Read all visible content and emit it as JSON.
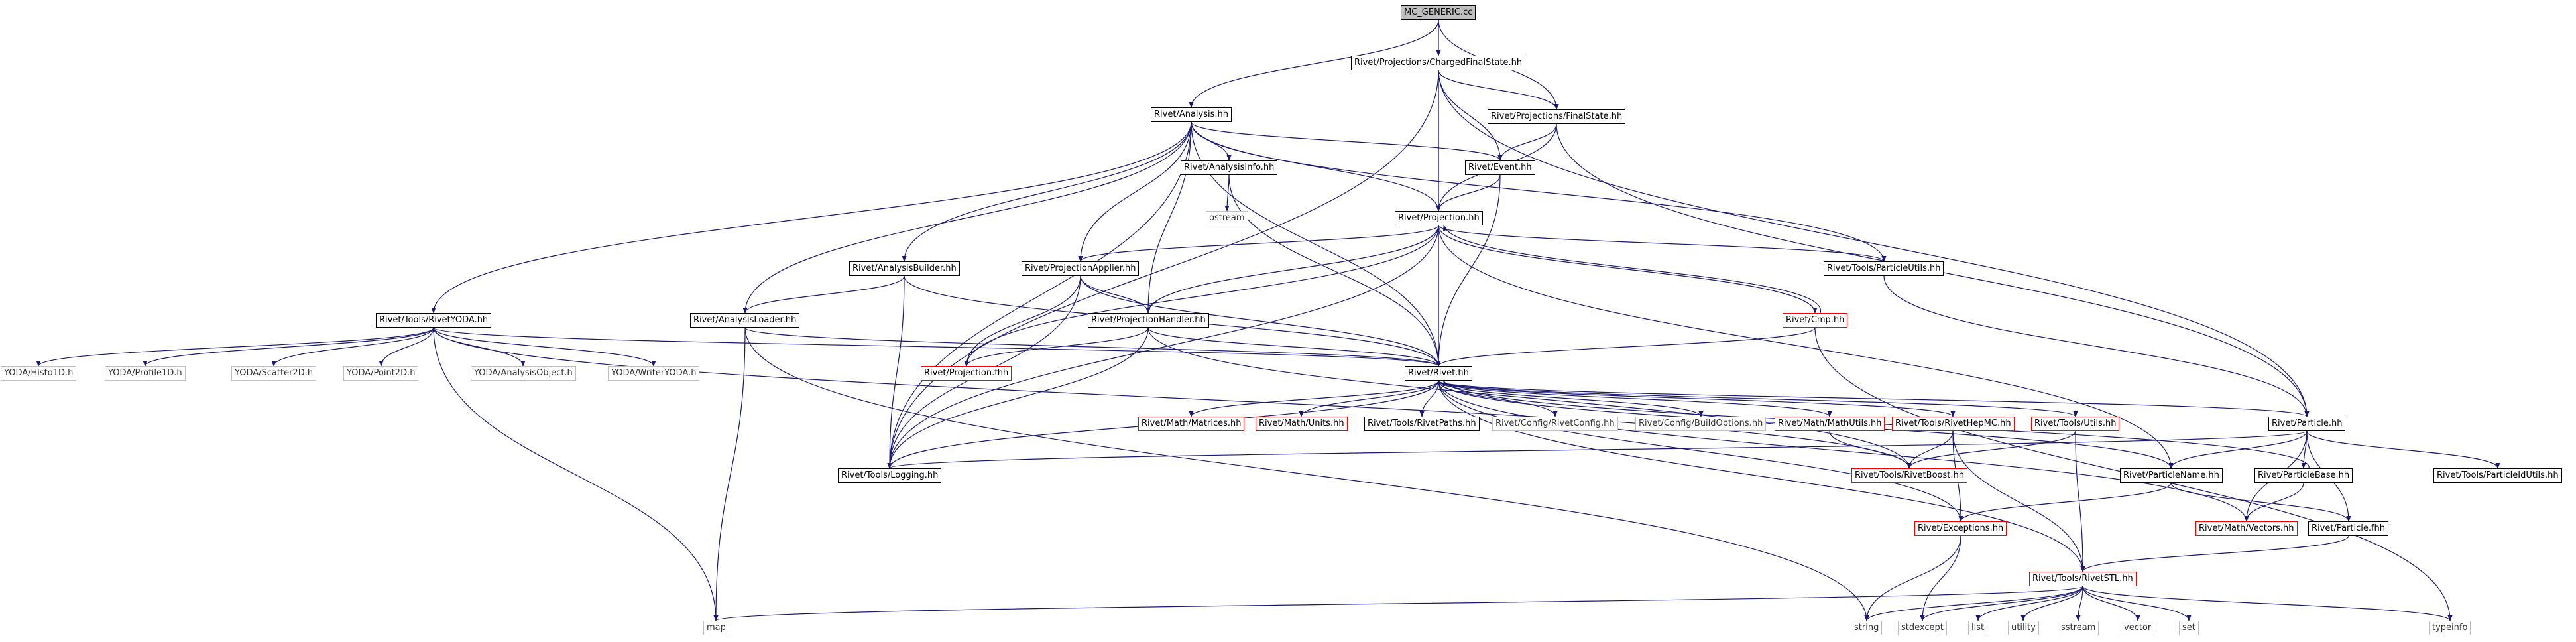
{
  "nodes": {
    "mcg": {
      "label": "MC_GENERIC.cc",
      "kind": "root"
    },
    "cfs": {
      "label": "Rivet/Projections/ChargedFinalState.hh",
      "kind": "black"
    },
    "analysis": {
      "label": "Rivet/Analysis.hh",
      "kind": "black"
    },
    "finalstate": {
      "label": "Rivet/Projections/FinalState.hh",
      "kind": "black"
    },
    "ainfo": {
      "label": "Rivet/AnalysisInfo.hh",
      "kind": "black"
    },
    "event": {
      "label": "Rivet/Event.hh",
      "kind": "black"
    },
    "ostream": {
      "label": "ostream",
      "kind": "gray"
    },
    "projection": {
      "label": "Rivet/Projection.hh",
      "kind": "black"
    },
    "abuilder": {
      "label": "Rivet/AnalysisBuilder.hh",
      "kind": "black"
    },
    "papplier": {
      "label": "Rivet/ProjectionApplier.hh",
      "kind": "black"
    },
    "putils": {
      "label": "Rivet/Tools/ParticleUtils.hh",
      "kind": "black"
    },
    "ryoda": {
      "label": "Rivet/Tools/RivetYODA.hh",
      "kind": "black"
    },
    "aloader": {
      "label": "Rivet/AnalysisLoader.hh",
      "kind": "black"
    },
    "phandler": {
      "label": "Rivet/ProjectionHandler.hh",
      "kind": "black"
    },
    "cmp": {
      "label": "Rivet/Cmp.hh",
      "kind": "red"
    },
    "h1d": {
      "label": "YODA/Histo1D.h",
      "kind": "gray"
    },
    "p1d": {
      "label": "YODA/Profile1D.h",
      "kind": "gray"
    },
    "s2d": {
      "label": "YODA/Scatter2D.h",
      "kind": "gray"
    },
    "pt2d": {
      "label": "YODA/Point2D.h",
      "kind": "gray"
    },
    "aobj": {
      "label": "YODA/AnalysisObject.h",
      "kind": "gray"
    },
    "wyoda": {
      "label": "YODA/WriterYODA.h",
      "kind": "gray"
    },
    "projfhh": {
      "label": "Rivet/Projection.fhh",
      "kind": "red"
    },
    "rivet": {
      "label": "Rivet/Rivet.hh",
      "kind": "black"
    },
    "matrices": {
      "label": "Rivet/Math/Matrices.hh",
      "kind": "red"
    },
    "units": {
      "label": "Rivet/Math/Units.hh",
      "kind": "red"
    },
    "rpaths": {
      "label": "Rivet/Tools/RivetPaths.hh",
      "kind": "black"
    },
    "rconfig": {
      "label": "Rivet/Config/RivetConfig.hh",
      "kind": "gray"
    },
    "bconfig": {
      "label": "Rivet/Config/BuildOptions.hh",
      "kind": "gray"
    },
    "mutils": {
      "label": "Rivet/Math/MathUtils.hh",
      "kind": "red"
    },
    "rhepmc": {
      "label": "Rivet/Tools/RivetHepMC.hh",
      "kind": "red"
    },
    "tutils": {
      "label": "Rivet/Tools/Utils.hh",
      "kind": "red"
    },
    "particle": {
      "label": "Rivet/Particle.hh",
      "kind": "black"
    },
    "pidutils": {
      "label": "Rivet/Tools/ParticleIdUtils.hh",
      "kind": "black"
    },
    "logging": {
      "label": "Rivet/Tools/Logging.hh",
      "kind": "black"
    },
    "rboost": {
      "label": "Rivet/Tools/RivetBoost.hh",
      "kind": "red"
    },
    "pname": {
      "label": "Rivet/ParticleName.hh",
      "kind": "black"
    },
    "pbase": {
      "label": "Rivet/ParticleBase.hh",
      "kind": "black"
    },
    "vectors": {
      "label": "Rivet/Math/Vectors.hh",
      "kind": "red"
    },
    "pfhh": {
      "label": "Rivet/Particle.fhh",
      "kind": "black"
    },
    "exceptions": {
      "label": "Rivet/Exceptions.hh",
      "kind": "red"
    },
    "rstl": {
      "label": "Rivet/Tools/RivetSTL.hh",
      "kind": "red"
    },
    "map": {
      "label": "map",
      "kind": "gray"
    },
    "string": {
      "label": "string",
      "kind": "gray"
    },
    "stdexcept": {
      "label": "stdexcept",
      "kind": "gray"
    },
    "list": {
      "label": "list",
      "kind": "gray"
    },
    "utility": {
      "label": "utility",
      "kind": "gray"
    },
    "sstream": {
      "label": "sstream",
      "kind": "gray"
    },
    "vector": {
      "label": "vector",
      "kind": "gray"
    },
    "set": {
      "label": "set",
      "kind": "gray"
    },
    "typeinfo": {
      "label": "typeinfo",
      "kind": "gray"
    }
  },
  "edges": [
    [
      "mcg",
      "cfs"
    ],
    [
      "mcg",
      "analysis"
    ],
    [
      "mcg",
      "finalstate"
    ],
    [
      "cfs",
      "finalstate"
    ],
    [
      "cfs",
      "event"
    ],
    [
      "cfs",
      "projection"
    ],
    [
      "cfs",
      "rivet"
    ],
    [
      "cfs",
      "particle"
    ],
    [
      "cfs",
      "logging"
    ],
    [
      "analysis",
      "ainfo"
    ],
    [
      "analysis",
      "event"
    ],
    [
      "analysis",
      "projection"
    ],
    [
      "analysis",
      "abuilder"
    ],
    [
      "analysis",
      "papplier"
    ],
    [
      "analysis",
      "putils"
    ],
    [
      "analysis",
      "ryoda"
    ],
    [
      "analysis",
      "aloader"
    ],
    [
      "analysis",
      "phandler"
    ],
    [
      "analysis",
      "rivet"
    ],
    [
      "analysis",
      "logging"
    ],
    [
      "finalstate",
      "event"
    ],
    [
      "finalstate",
      "projection"
    ],
    [
      "finalstate",
      "particle"
    ],
    [
      "ainfo",
      "ostream"
    ],
    [
      "ainfo",
      "rivet"
    ],
    [
      "event",
      "projection"
    ],
    [
      "event",
      "rivet"
    ],
    [
      "projection",
      "papplier"
    ],
    [
      "projection",
      "putils"
    ],
    [
      "projection",
      "phandler"
    ],
    [
      "projection",
      "cmp"
    ],
    [
      "projection",
      "projfhh"
    ],
    [
      "projection",
      "rivet"
    ],
    [
      "projection",
      "logging"
    ],
    [
      "projection",
      "pname"
    ],
    [
      "abuilder",
      "aloader"
    ],
    [
      "abuilder",
      "rivet"
    ],
    [
      "abuilder",
      "logging"
    ],
    [
      "papplier",
      "phandler"
    ],
    [
      "papplier",
      "projfhh"
    ],
    [
      "papplier",
      "rivet"
    ],
    [
      "papplier",
      "logging"
    ],
    [
      "putils",
      "particle"
    ],
    [
      "ryoda",
      "h1d"
    ],
    [
      "ryoda",
      "p1d"
    ],
    [
      "ryoda",
      "s2d"
    ],
    [
      "ryoda",
      "pt2d"
    ],
    [
      "ryoda",
      "aobj"
    ],
    [
      "ryoda",
      "wyoda"
    ],
    [
      "ryoda",
      "rivet"
    ],
    [
      "ryoda",
      "rboost"
    ],
    [
      "ryoda",
      "map"
    ],
    [
      "aloader",
      "rivet"
    ],
    [
      "aloader",
      "map"
    ],
    [
      "aloader",
      "string"
    ],
    [
      "phandler",
      "projfhh"
    ],
    [
      "phandler",
      "rivet"
    ],
    [
      "phandler",
      "logging"
    ],
    [
      "phandler",
      "rboost"
    ],
    [
      "cmp",
      "projection"
    ],
    [
      "cmp",
      "rivet"
    ],
    [
      "cmp",
      "typeinfo"
    ],
    [
      "rivet",
      "matrices"
    ],
    [
      "rivet",
      "units"
    ],
    [
      "rivet",
      "rpaths"
    ],
    [
      "rivet",
      "rconfig"
    ],
    [
      "rivet",
      "bconfig"
    ],
    [
      "rivet",
      "mutils"
    ],
    [
      "rivet",
      "rhepmc"
    ],
    [
      "rivet",
      "tutils"
    ],
    [
      "rivet",
      "particle"
    ],
    [
      "rivet",
      "logging"
    ],
    [
      "rivet",
      "exceptions"
    ],
    [
      "rivet",
      "rstl"
    ],
    [
      "rivet",
      "pname"
    ],
    [
      "rivet",
      "vectors"
    ],
    [
      "mutils",
      "rboost"
    ],
    [
      "rhepmc",
      "rboost"
    ],
    [
      "rhepmc",
      "exceptions"
    ],
    [
      "rhepmc",
      "rstl"
    ],
    [
      "tutils",
      "rstl"
    ],
    [
      "tutils",
      "rboost"
    ],
    [
      "particle",
      "pidutils"
    ],
    [
      "particle",
      "pname"
    ],
    [
      "particle",
      "pbase"
    ],
    [
      "particle",
      "vectors"
    ],
    [
      "particle",
      "pfhh"
    ],
    [
      "particle",
      "logging"
    ],
    [
      "pname",
      "exceptions"
    ],
    [
      "pname",
      "pfhh"
    ],
    [
      "pbase",
      "vectors"
    ],
    [
      "pbase",
      "rivet"
    ],
    [
      "pfhh",
      "rstl"
    ],
    [
      "exceptions",
      "string"
    ],
    [
      "exceptions",
      "stdexcept"
    ],
    [
      "rstl",
      "map"
    ],
    [
      "rstl",
      "string"
    ],
    [
      "rstl",
      "stdexcept"
    ],
    [
      "rstl",
      "list"
    ],
    [
      "rstl",
      "utility"
    ],
    [
      "rstl",
      "sstream"
    ],
    [
      "rstl",
      "vector"
    ],
    [
      "rstl",
      "set"
    ],
    [
      "rstl",
      "typeinfo"
    ]
  ],
  "colors": {
    "edge": "#191970",
    "black_border": "#000000",
    "red_border": "#ff0000",
    "gray_border": "#bfbfbf",
    "root_fill": "#bfbfbf"
  }
}
